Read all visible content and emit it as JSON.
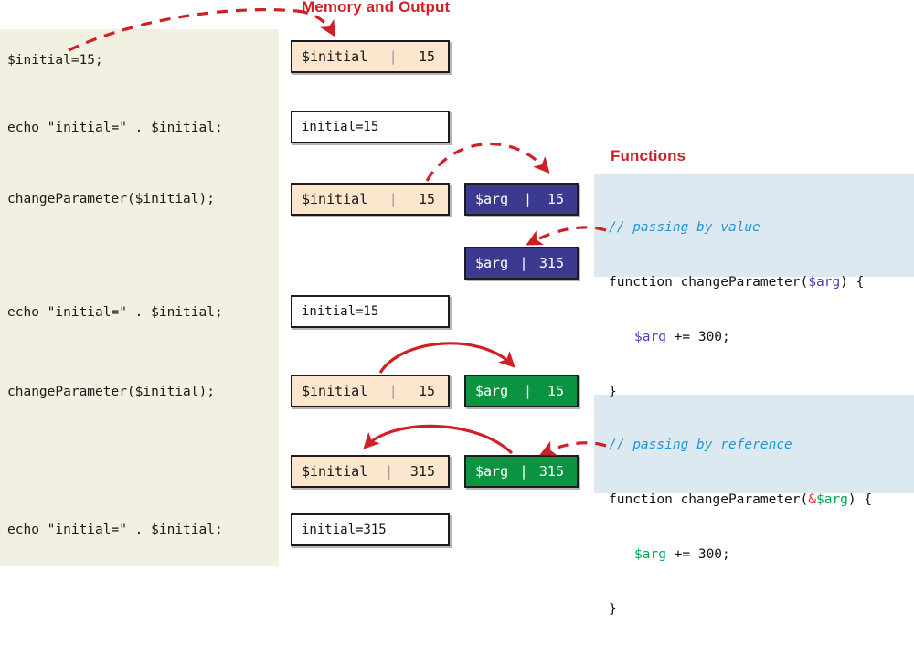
{
  "titles": {
    "memory": "Memory and Output",
    "functions": "Functions"
  },
  "colors": {
    "title_red": "#cc2127",
    "code_panel_bg": "#f2f0e1",
    "function_panel_bg": "#dce9f0",
    "box_peach": "#fce6ce",
    "box_indigo": "#3b3a8f",
    "box_green": "#0a9442",
    "arrow_red": "#cc2127",
    "comment_blue": "#2196d6",
    "var_value_purple": "#4a3fb5",
    "var_ref_green": "#00a651",
    "ampersand_red": "#e8262d"
  },
  "code_lines": [
    {
      "text": "$initial=15;"
    },
    {
      "text": "echo \"initial=\" . $initial;"
    },
    {
      "text": "changeParameter($initial);"
    },
    {
      "text": "echo \"initial=\" . $initial;"
    },
    {
      "text": "changeParameter($initial);"
    },
    {
      "text": "echo \"initial=\" . $initial;"
    }
  ],
  "memory_boxes": [
    {
      "name": "$initial",
      "sep": "|",
      "value": "15",
      "style": "peach"
    },
    {
      "name": "$initial",
      "sep": "|",
      "value": "15",
      "style": "peach"
    },
    {
      "name": "$arg",
      "sep": "|",
      "value": "15",
      "style": "indigo"
    },
    {
      "name": "$arg",
      "sep": "|",
      "value": "315",
      "style": "indigo"
    },
    {
      "name": "$initial",
      "sep": "|",
      "value": "15",
      "style": "peach"
    },
    {
      "name": "$arg",
      "sep": "|",
      "value": "15",
      "style": "green"
    },
    {
      "name": "$initial",
      "sep": "|",
      "value": "315",
      "style": "peach"
    },
    {
      "name": "$arg",
      "sep": "|",
      "value": "315",
      "style": "green"
    }
  ],
  "output_boxes": [
    {
      "text": "initial=15"
    },
    {
      "text": "initial=15"
    },
    {
      "text": "initial=315"
    }
  ],
  "functions": [
    {
      "comment": "// passing by value",
      "signature_prefix": "function changeParameter(",
      "signature_amp": "",
      "signature_var": "$arg",
      "signature_suffix": ") {",
      "body_var": "$arg",
      "body_rest": " += 300;",
      "close": "}",
      "var_color": "purple"
    },
    {
      "comment": "// passing by reference",
      "signature_prefix": "function changeParameter(",
      "signature_amp": "&",
      "signature_var": "$arg",
      "signature_suffix": ") {",
      "body_var": "$arg",
      "body_rest": " += 300;",
      "close": "}",
      "var_color": "green"
    }
  ],
  "arrows": [
    {
      "name": "label-to-first-memory-box",
      "style": "dashed"
    },
    {
      "name": "initial-to-arg-by-value",
      "style": "dashed"
    },
    {
      "name": "function-to-arg-315",
      "style": "dashed"
    },
    {
      "name": "initial-to-arg-by-ref",
      "style": "solid"
    },
    {
      "name": "function-to-arg-315-ref",
      "style": "dashed"
    },
    {
      "name": "arg315-to-initial315",
      "style": "solid"
    }
  ]
}
